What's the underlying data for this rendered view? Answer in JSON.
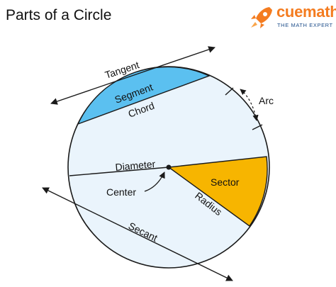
{
  "title": "Parts of a Circle",
  "brand": {
    "name": "cuemath",
    "tagline": "THE MATH EXPERT",
    "icon": "rocket-icon",
    "colors": {
      "rocket": "#f47c20",
      "name": "#f47c20",
      "tagline": "#1f4f8b"
    }
  },
  "labels": {
    "tangent": "Tangent",
    "segment": "Segment",
    "chord": "Chord",
    "arc": "Arc",
    "diameter": "Diameter",
    "sector": "Sector",
    "center": "Center",
    "radius": "Radius",
    "secant": "Secant"
  },
  "colors": {
    "circle_fill": "#eaf4fc",
    "segment_fill": "#5bc0f0",
    "sector_fill": "#f7b500",
    "stroke": "#1a1a1a"
  }
}
